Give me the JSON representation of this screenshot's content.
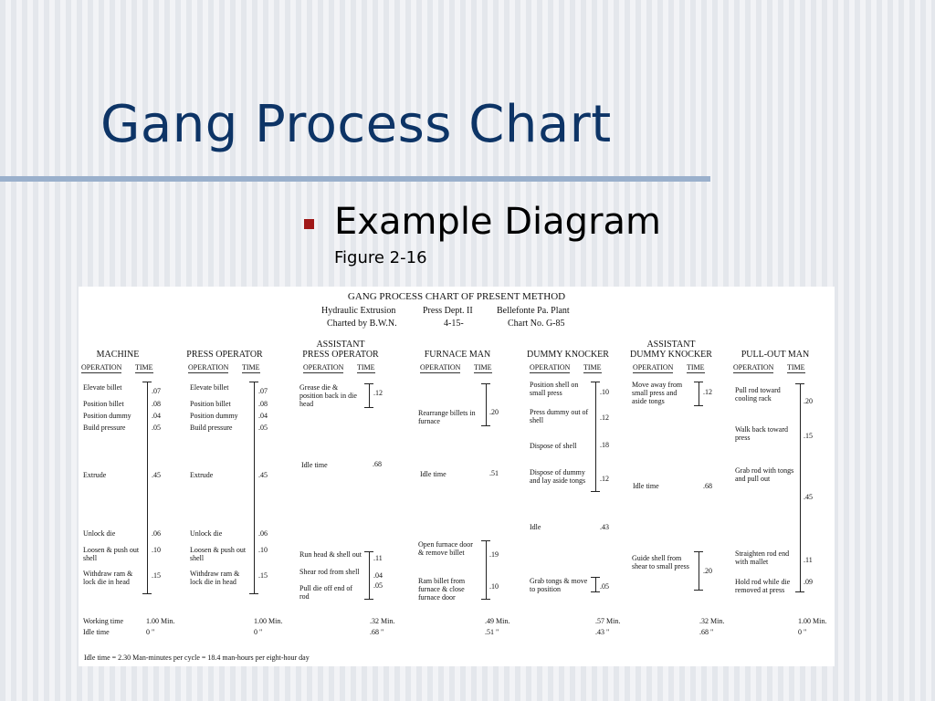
{
  "slide": {
    "title": "Gang Process Chart",
    "bullet": "Example Diagram",
    "bullet_sub": "Figure 2-16"
  },
  "colors": {
    "title": "#0d3466",
    "rule": "#9ab0cc",
    "bullet": "#a01818"
  },
  "figure": {
    "title": "GANG PROCESS CHART OF PRESENT METHOD",
    "header_row1": [
      "Hydraulic Extrusion",
      "Press Dept. II",
      "Bellefonte Pa. Plant"
    ],
    "header_row2": [
      "Charted by B.W.N.",
      "4-15-",
      "Chart No. G-85"
    ],
    "op_label": "OPERATION",
    "time_label": "TIME",
    "footnote": "Idle time = 2.30 Man-minutes per cycle = 18.4 man-hours per eight-hour day",
    "columns": [
      {
        "name": "MACHINE",
        "steps": [
          {
            "op": "Elevate billet",
            "time": ".07"
          },
          {
            "op": "Position billet",
            "time": ".08"
          },
          {
            "op": "Position dummy",
            "time": ".04"
          },
          {
            "op": "Build pressure",
            "time": ".05"
          },
          {
            "op": "Extrude",
            "time": ".45"
          },
          {
            "op": "Unlock die",
            "time": ".06"
          },
          {
            "op": "Loosen & push out shell",
            "time": ".10"
          },
          {
            "op": "Withdraw ram & lock die in head",
            "time": ".15"
          }
        ],
        "working_label": "Working time",
        "working": "1.00 Min.",
        "idle_label": "Idle time",
        "idle": "0     \""
      },
      {
        "name": "PRESS OPERATOR",
        "steps": [
          {
            "op": "Elevate billet",
            "time": ".07"
          },
          {
            "op": "Position billet",
            "time": ".08"
          },
          {
            "op": "Position dummy",
            "time": ".04"
          },
          {
            "op": "Build pressure",
            "time": ".05"
          },
          {
            "op": "Extrude",
            "time": ".45"
          },
          {
            "op": "Unlock die",
            "time": ".06"
          },
          {
            "op": "Loosen & push out shell",
            "time": ".10"
          },
          {
            "op": "Withdraw ram & lock die in head",
            "time": ".15"
          }
        ],
        "working": "1.00 Min.",
        "idle": "0     \""
      },
      {
        "name_line1": "ASSISTANT",
        "name_line2": "PRESS OPERATOR",
        "steps": [
          {
            "op": "Grease die & position back in die head",
            "time": ".12"
          },
          {
            "op": "Idle time",
            "time": ".68"
          },
          {
            "op": "Run head & shell out",
            "time": ".11"
          },
          {
            "op": "Shear rod from shell",
            "time": ".04"
          },
          {
            "op": "Pull die off end of rod",
            "time": ".05"
          }
        ],
        "working": ".32 Min.",
        "idle": ".68  \""
      },
      {
        "name": "FURNACE MAN",
        "steps": [
          {
            "op": "Rearrange billets in furnace",
            "time": ".20"
          },
          {
            "op": "Idle time",
            "time": ".51"
          },
          {
            "op": "Open furnace door & remove billet",
            "time": ".19"
          },
          {
            "op": "Ram billet from furnace & close furnace door",
            "time": ".10"
          }
        ],
        "working": ".49 Min.",
        "idle": ".51  \""
      },
      {
        "name": "DUMMY KNOCKER",
        "steps": [
          {
            "op": "Position shell on small press",
            "time": ".10"
          },
          {
            "op": "Press dummy out of shell",
            "time": ".12"
          },
          {
            "op": "Dispose of shell",
            "time": ".18"
          },
          {
            "op": "Dispose of dummy and lay aside tongs",
            "time": ".12"
          },
          {
            "op": "Idle",
            "time": ".43"
          },
          {
            "op": "Grab tongs & move to position",
            "time": ".05"
          }
        ],
        "working": ".57 Min.",
        "idle": ".43  \""
      },
      {
        "name_line1": "ASSISTANT",
        "name_line2": "DUMMY KNOCKER",
        "steps": [
          {
            "op": "Move away from small press and aside tongs",
            "time": ".12"
          },
          {
            "op": "Idle time",
            "time": ".68"
          },
          {
            "op": "Guide shell from shear to small press",
            "time": ".20"
          }
        ],
        "working": ".32 Min.",
        "idle": ".68  \""
      },
      {
        "name": "PULL-OUT MAN",
        "steps": [
          {
            "op": "Pull rod toward cooling rack",
            "time": ".20"
          },
          {
            "op": "Walk back toward press",
            "time": ".15"
          },
          {
            "op": "Grab rod with tongs and pull out",
            "time": ".45"
          },
          {
            "op": "Straighten rod end with mallet",
            "time": ".11"
          },
          {
            "op": "Hold rod while die removed at press",
            "time": ".09"
          }
        ],
        "working": "1.00 Min.",
        "idle": "0     \""
      }
    ]
  }
}
